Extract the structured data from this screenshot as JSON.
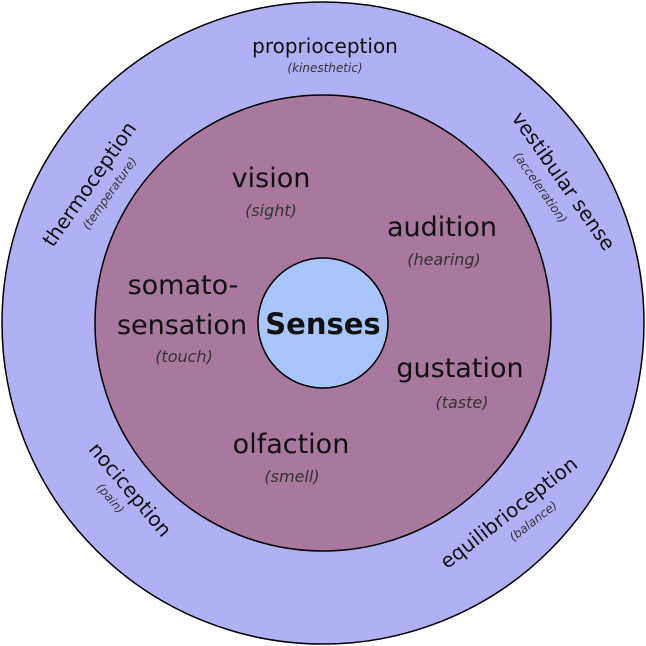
{
  "colors": {
    "outer_ring": "#b0b0f4",
    "middle_ring": "#a8789e",
    "center": "#a9c6fc",
    "stroke": "#000000"
  },
  "center": {
    "label": "Senses"
  },
  "inner_senses": [
    {
      "name": "vision",
      "detail": "(sight)"
    },
    {
      "name": "audition",
      "detail": "(hearing)"
    },
    {
      "name_line1": "somato-",
      "name_line2": "sensation",
      "detail": "(touch)"
    },
    {
      "name": "gustation",
      "detail": "(taste)"
    },
    {
      "name": "olfaction",
      "detail": "(smell)"
    }
  ],
  "outer_senses": [
    {
      "name": "proprioception",
      "detail": "(kinesthetic)"
    },
    {
      "name": "vestibular sense",
      "detail": "(acceleration)"
    },
    {
      "name": "thermoception",
      "detail": "(temperature)"
    },
    {
      "name": "nociception",
      "detail": "(pain)"
    },
    {
      "name": "equilibrioception",
      "detail": "(balance)"
    }
  ]
}
